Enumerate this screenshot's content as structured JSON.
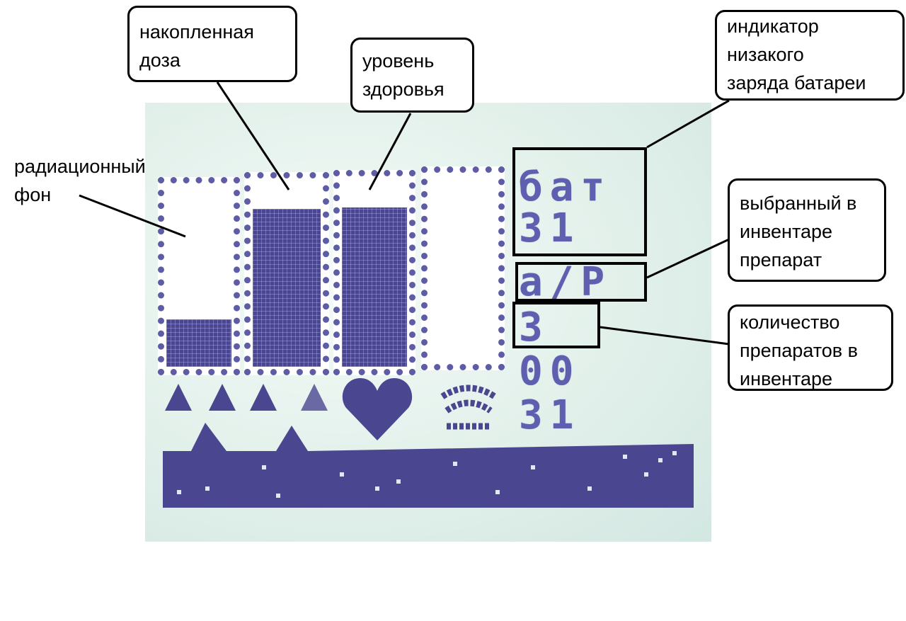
{
  "labels": {
    "radiation_background": "радиационный\nфон",
    "accumulated_dose": "накопленная\nдоза",
    "health_level": "уровень\nздоровья",
    "low_battery_indicator": "индикатор\nнизакого\nзаряда батареи",
    "selected_item": "выбранный в\nинвентаре\nпрепарат",
    "item_count": "количество\nпрепаратов в\nинвентаре"
  },
  "display": {
    "battery_label": "бат",
    "battery_value": "31",
    "selected_item_code": "a/P",
    "item_count_value": "3",
    "row_value_1": "00",
    "row_value_2": "31"
  },
  "gauges": [
    {
      "name": "radiation-background",
      "fill": 0.28
    },
    {
      "name": "accumulated-dose",
      "fill": 0.85
    },
    {
      "name": "health-level",
      "fill": 0.85
    },
    {
      "name": "empty-gauge",
      "fill": 0
    }
  ],
  "colors": {
    "lcd_pixel": "#4a4690",
    "lcd_background": "#e3f1ec",
    "callout_border": "#000000"
  }
}
